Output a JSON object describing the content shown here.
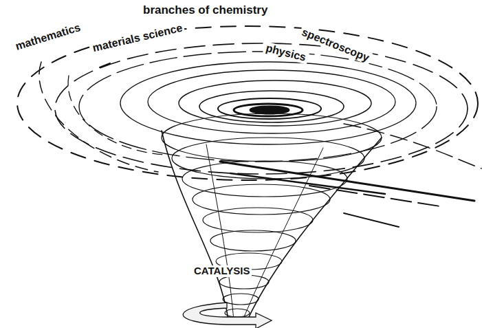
{
  "diagram": {
    "labels": [
      "branches of chemistry",
      "mathematics",
      "materials science",
      "physics",
      "spectroscopy",
      "CATALYSIS"
    ]
  }
}
